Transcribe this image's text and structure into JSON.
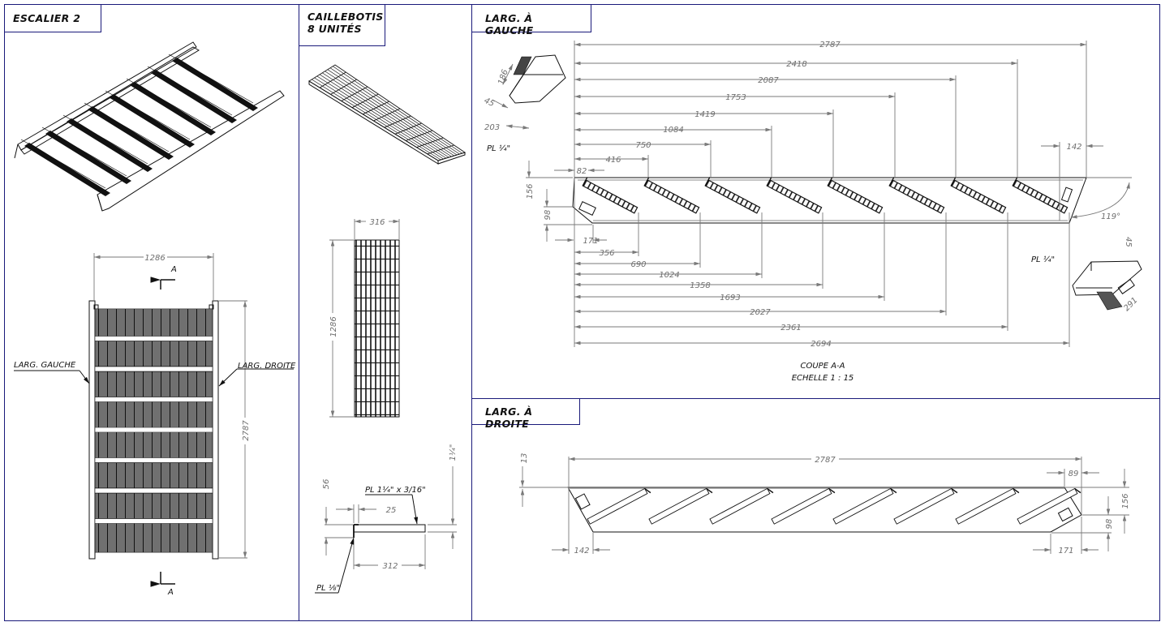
{
  "panels": {
    "escalier": {
      "title": "ESCALIER 2",
      "dims": {
        "width": "1286",
        "length": "2787"
      },
      "section_marker": "A",
      "labels": {
        "left": "LARG. GAUCHE",
        "right": "LARG. DROITE"
      }
    },
    "caillebotis": {
      "title_line1": "CAILLEBOTIS",
      "title_line2": "8 UNITÉS",
      "dims": {
        "width": "316",
        "length": "1286",
        "height": "56",
        "lip": "25",
        "depth": "312",
        "thickness": "1¼\""
      },
      "labels": {
        "plate_main": "PL 1¼\" x 3/16\"",
        "plate_nose": "PL ⅛\""
      }
    },
    "gauche": {
      "title": "LARG. À GAUCHE",
      "top_dims": [
        "2787",
        "2418",
        "2087",
        "1753",
        "1419",
        "1084",
        "750",
        "416",
        "82"
      ],
      "bottom_dims": [
        "171",
        "356",
        "690",
        "1024",
        "1358",
        "1693",
        "2027",
        "2361",
        "2694"
      ],
      "side_dims": {
        "height": "156",
        "lower": "98",
        "end_offset": "142",
        "angle": "119°"
      },
      "detail_left": {
        "d1": "186",
        "d2": "45",
        "d3": "203",
        "plate": "PL ¼\""
      },
      "detail_right": {
        "d1": "45",
        "d2": "291",
        "plate": "PL ¼\""
      },
      "caption_line1": "COUPE A-A",
      "caption_line2": "ECHELLE 1 : 15"
    },
    "droite": {
      "title": "LARG. À DROITE",
      "dims": {
        "top_offset": "13",
        "length": "2787",
        "end_offset": "89",
        "height": "156",
        "lower": "98",
        "start_offset": "142",
        "end_bottom": "171"
      }
    }
  },
  "colors": {
    "frame": "#1a1a7a",
    "dimension": "#7a7a7a",
    "outline": "#111111"
  }
}
